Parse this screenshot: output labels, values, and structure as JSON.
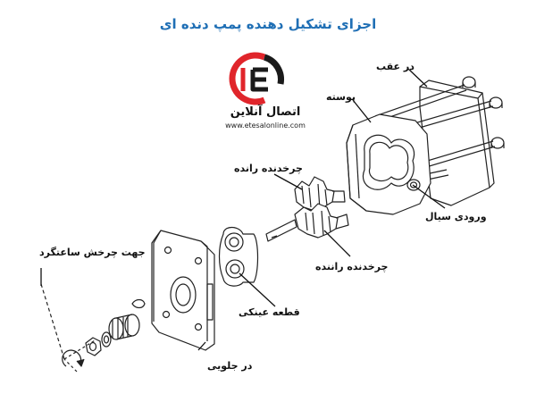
{
  "title": "اجزای تشکیل دهنده پمپ دنده ای",
  "brand": {
    "name": "اتصال آنلاین",
    "url": "www.etesalonline.com",
    "colors": {
      "red": "#e0252b",
      "dark": "#1a1a1a"
    }
  },
  "labels": {
    "rear_cover": "در عقب",
    "body": "پوسته",
    "driven_gear": "چرخدنده رانده",
    "fluid_inlet": "ورودی سیال",
    "drive_gear": "چرخدنده راننده",
    "rotation_direction": "جهت چرخش ساعتگرد",
    "bearing_block": "قطعه عینکی",
    "front_cover": "در جلویی"
  }
}
